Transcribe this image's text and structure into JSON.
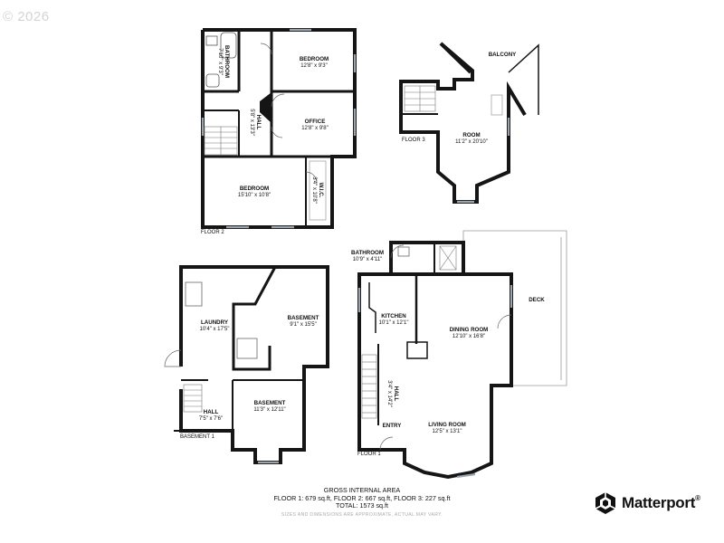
{
  "copyright": "© 2026",
  "floors": {
    "floor2": {
      "label": "FLOOR 2",
      "rooms": [
        {
          "name": "BEDROOM",
          "dims": "12'8\" x 9'3\""
        },
        {
          "name": "BATHROOM",
          "dims": "7'10\" x 9'3\""
        },
        {
          "name": "OFFICE",
          "dims": "12'8\" x 9'8\""
        },
        {
          "name": "HALL",
          "dims": "5'8\" x 13'3\""
        },
        {
          "name": "BEDROOM",
          "dims": "15'10\" x 10'8\""
        },
        {
          "name": "W.I.C.",
          "dims": "3'4\" x 10'8\""
        }
      ]
    },
    "floor3": {
      "label": "FLOOR 3",
      "rooms": [
        {
          "name": "ROOM",
          "dims": "11'2\" x 20'10\""
        },
        {
          "name": "BALCONY",
          "dims": ""
        }
      ]
    },
    "basement1": {
      "label": "BASEMENT 1",
      "rooms": [
        {
          "name": "LAUNDRY",
          "dims": "10'4\" x 17'5\""
        },
        {
          "name": "BASEMENT",
          "dims": "9'1\" x 15'5\""
        },
        {
          "name": "HALL",
          "dims": "7'5\" x 7'6\""
        },
        {
          "name": "BASEMENT",
          "dims": "11'3\" x 12'11\""
        }
      ]
    },
    "floor1": {
      "label": "FLOOR 1",
      "rooms": [
        {
          "name": "BATHROOM",
          "dims": "10'9\" x 4'11\""
        },
        {
          "name": "KITCHEN",
          "dims": "10'1\" x 12'1\""
        },
        {
          "name": "DINING ROOM",
          "dims": "12'10\" x 16'8\""
        },
        {
          "name": "DECK",
          "dims": ""
        },
        {
          "name": "HALL",
          "dims": "3'4\" x 14'2\""
        },
        {
          "name": "ENTRY",
          "dims": ""
        },
        {
          "name": "LIVING ROOM",
          "dims": "12'5\" x 13'1\""
        }
      ]
    }
  },
  "summary": {
    "heading": "GROSS INTERNAL AREA",
    "floors_line": "FLOOR 1: 679 sq.ft, FLOOR 2: 667 sq.ft, FLOOR 3: 227 sq.ft",
    "total_line": "TOTAL: 1573 sq.ft",
    "disclaimer": "SIZES AND DIMENSIONS ARE APPROXIMATE, ACTUAL MAY VARY."
  },
  "brand": {
    "name": "Matterport",
    "mark": "®",
    "logo_icon": "matterport-logo-icon"
  }
}
